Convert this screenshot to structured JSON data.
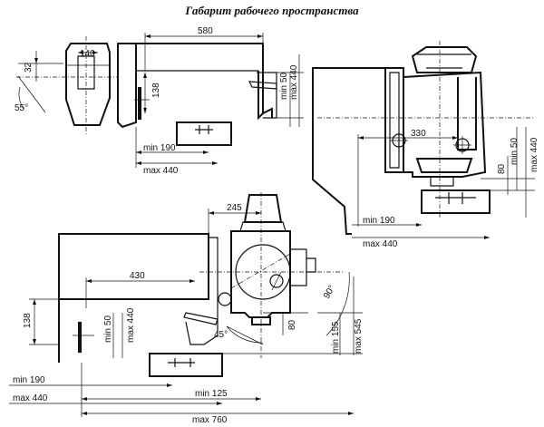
{
  "title": "Габарит рабочего пространства",
  "dims": {
    "d580": "580",
    "d140": "140",
    "d32": "32",
    "d55": "55°",
    "d138a": "138",
    "min50a": "min 50",
    "max440a": "max 440",
    "min190a": "min 190",
    "max440b": "max 440",
    "d330": "330",
    "d80a": "80",
    "min50b": "min 50",
    "max440c": "max 440",
    "min190b": "min 190",
    "max440d": "max 440",
    "d245": "245",
    "d430": "430",
    "d90": "90°",
    "d45": "45°",
    "d138b": "138",
    "min50c": "min 50",
    "max440e": "max 440",
    "d80b": "80",
    "min155": "min 155",
    "max545": "max 545",
    "min190c": "min 190",
    "max440f": "max 440",
    "min125": "min 125",
    "max760": "max 760"
  }
}
